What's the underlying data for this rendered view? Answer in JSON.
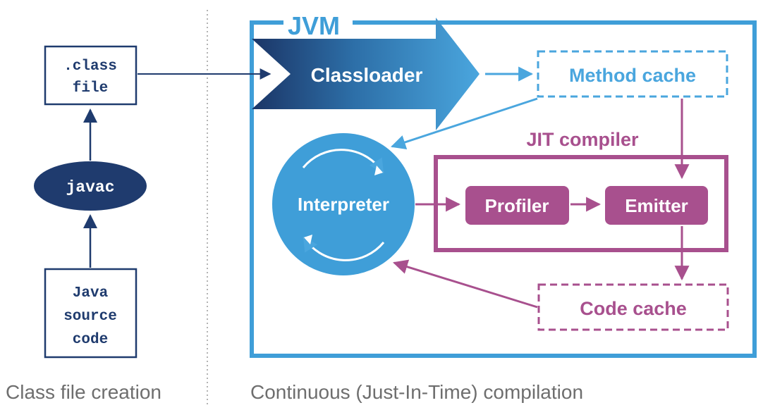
{
  "colors": {
    "dark_navy": "#1f3b6e",
    "jvm_blue": "#3f9ed8",
    "light_blue": "#4aa6de",
    "magenta": "#a8508e",
    "caption_gray": "#6e6e6e",
    "divider_gray": "#9a9a9a"
  },
  "left": {
    "class_file_line1": ".class",
    "class_file_line2": "file",
    "javac": "javac",
    "source_line1": "Java",
    "source_line2": "source",
    "source_line3": "code",
    "caption": "Class file creation"
  },
  "jvm": {
    "title": "JVM",
    "classloader": "Classloader",
    "method_cache": "Method cache",
    "interpreter": "Interpreter",
    "jit_title": "JIT compiler",
    "profiler": "Profiler",
    "emitter": "Emitter",
    "code_cache": "Code cache",
    "caption": "Continuous (Just-In-Time) compilation"
  }
}
